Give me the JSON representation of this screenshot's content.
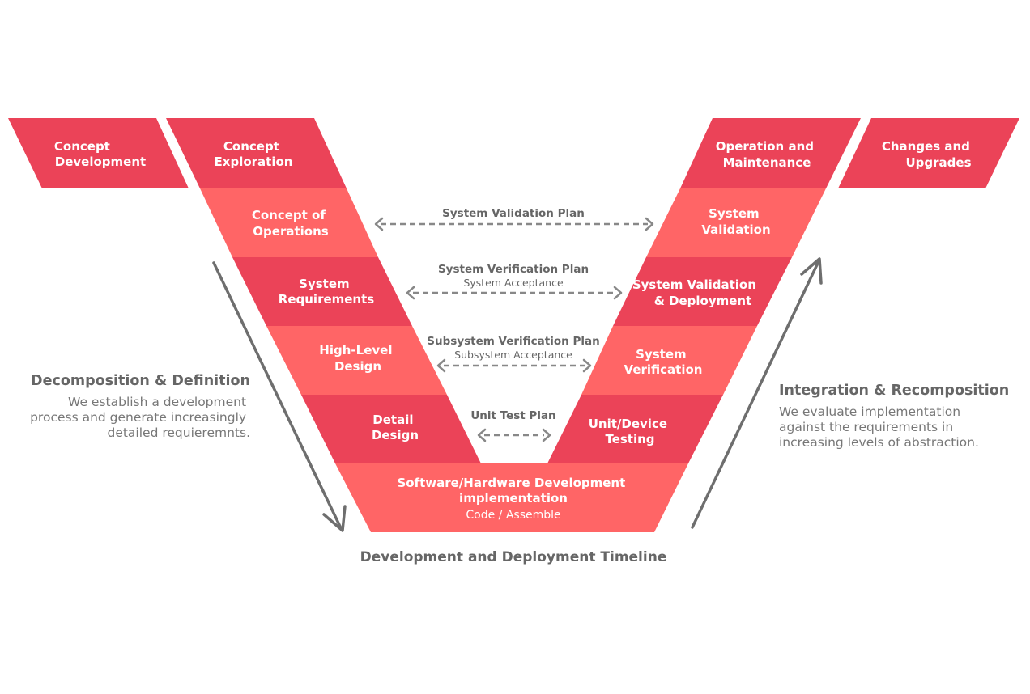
{
  "colors": {
    "dark_band": "#EB4358",
    "light_band": "#FF6566",
    "plan_gray": "#888888",
    "text_gray": "#666666"
  },
  "left_stages": [
    {
      "id": "concept-exploration",
      "lines": [
        "Concept",
        "Exploration"
      ]
    },
    {
      "id": "concept-of-operations",
      "lines": [
        "Concept of",
        "Operations"
      ]
    },
    {
      "id": "system-requirements",
      "lines": [
        "System",
        "Requirements"
      ]
    },
    {
      "id": "high-level-design",
      "lines": [
        "High-Level",
        "Design"
      ]
    },
    {
      "id": "detail-design",
      "lines": [
        "Detail",
        "Design"
      ]
    }
  ],
  "right_stages": [
    {
      "id": "operation-and-maintenance",
      "lines": [
        "Operation and",
        "Maintenance"
      ]
    },
    {
      "id": "system-validation",
      "lines": [
        "System",
        "Validation"
      ]
    },
    {
      "id": "system-validation-deployment",
      "lines": [
        "System Validation",
        "& Deployment"
      ]
    },
    {
      "id": "system-verification",
      "lines": [
        "System",
        "Verification"
      ]
    },
    {
      "id": "unit-device-testing",
      "lines": [
        "Unit/Device",
        "Testing"
      ]
    }
  ],
  "outer_stages": {
    "left": {
      "lines": [
        "Concept",
        "Development"
      ]
    },
    "right": {
      "lines": [
        "Changes and",
        "Upgrades"
      ]
    }
  },
  "bottom_stage": {
    "lines": [
      "Software/Hardware Development",
      "implementation"
    ],
    "sub": "Code / Assemble"
  },
  "plans": [
    {
      "id": "system-validation-plan",
      "title": "System Validation Plan",
      "sub": ""
    },
    {
      "id": "system-verification-plan",
      "title": "System Verification Plan",
      "sub": "System Acceptance"
    },
    {
      "id": "subsystem-verification-plan",
      "title": "Subsystem Verification Plan",
      "sub": "Subsystem Acceptance"
    },
    {
      "id": "unit-test-plan",
      "title": "Unit Test Plan",
      "sub": ""
    }
  ],
  "left_side": {
    "title": "Decomposition & Definition",
    "body": [
      "We establish a development",
      "process and generate increasingly",
      "detailed requieremnts."
    ]
  },
  "right_side": {
    "title": "Integration & Recomposition",
    "body": [
      "We evaluate implementation",
      "against the requirements in",
      "increasing levels of abstraction."
    ]
  },
  "timeline_label": "Development and Deployment Timeline"
}
